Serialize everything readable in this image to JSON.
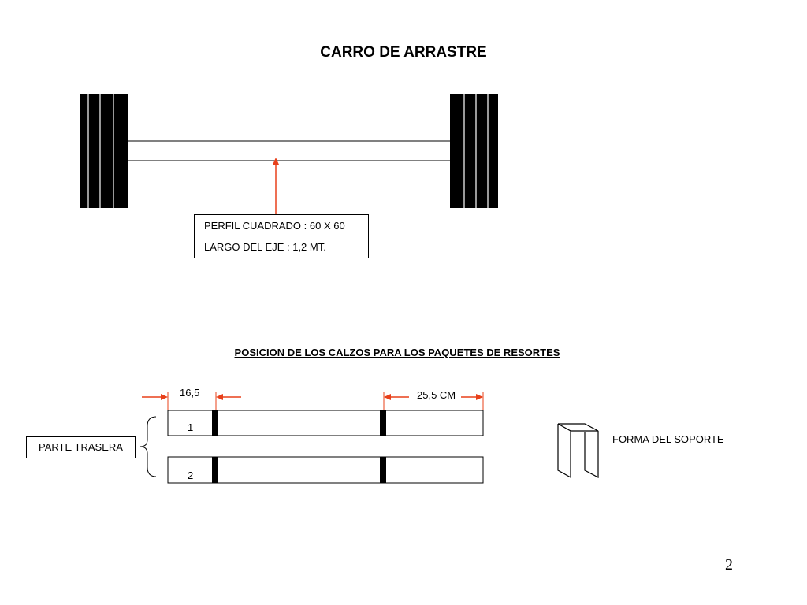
{
  "title": "CARRO DE ARRASTRE",
  "axle_spec": {
    "line1": "PERFIL CUADRADO : 60 X 60",
    "line2": "LARGO DEL EJE : 1,2 MT."
  },
  "section_title": "POSICION DE LOS CALZOS PARA LOS PAQUETES DE RESORTES",
  "dimensions": {
    "left": "16,5",
    "right": "25,5 CM"
  },
  "bars": [
    {
      "label": "1"
    },
    {
      "label": "2"
    }
  ],
  "group_label": "PARTE TRASERA",
  "support_label": "FORMA DEL SOPORTE",
  "page_number": "2",
  "colors": {
    "arrow": "#e8401a",
    "line": "#000000"
  }
}
